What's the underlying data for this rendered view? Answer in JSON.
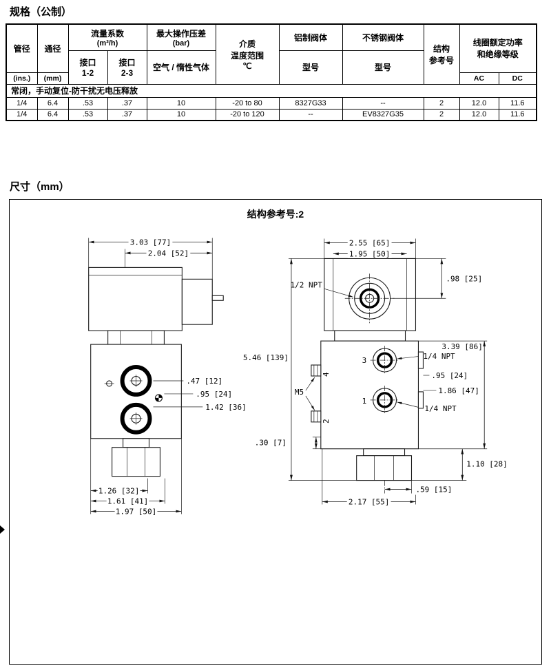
{
  "colors": {
    "ink": "#000000",
    "paper": "#ffffff"
  },
  "page": {
    "spec_heading": "规格（公制）",
    "dims_heading": "尺寸（mm）"
  },
  "spec_table": {
    "headers": {
      "pipe": "管径",
      "pipe_unit": "(ins.)",
      "orifice": "通径",
      "orifice_unit": "(mm)",
      "flow_l1": "流量系数",
      "flow_l2": "(m³/h)",
      "port12_l1": "接口",
      "port12_l2": "1-2",
      "port23_l1": "接口",
      "port23_l2": "2-3",
      "mopd_l1": "最大操作压差",
      "mopd_l2": "(bar)",
      "media": "空气 / 惰性气体",
      "temp_l1": "介质",
      "temp_l2": "温度范围",
      "temp_l3": "℃",
      "alu_body": "铝制阀体",
      "alu_sub": "型号",
      "ss_body": "不锈钢阀体",
      "ss_sub": "型号",
      "constr_l1": "结构",
      "constr_l2": "参考号",
      "coil_l1": "线圈额定功率",
      "coil_l2": "和绝缘等级",
      "ac": "AC",
      "dc": "DC"
    },
    "section_label": "常闭，手动复位-防干扰无电压释放",
    "rows": [
      [
        "1/4",
        "6.4",
        ".53",
        ".37",
        "10",
        "-20 to 80",
        "8327G33",
        "--",
        "2",
        "12.0",
        "11.6"
      ],
      [
        "1/4",
        "6.4",
        ".53",
        ".37",
        "10",
        "-20 to 120",
        "--",
        "EV8327G35",
        "2",
        "12.0",
        "11.6"
      ]
    ]
  },
  "drawing": {
    "title": "结构参考号:2",
    "front": {
      "width_total": "3.03 [77]",
      "width_coil": "2.04 [52]",
      "port_offset_1": ".47 [12]",
      "port_offset_2": ".95 [24]",
      "port_offset_3": "1.42 [36]",
      "bottom_1": "1.26 [32]",
      "bottom_2": "1.61 [41]",
      "bottom_3": "1.97 [50]"
    },
    "side": {
      "width_total": "2.55 [65]",
      "width_inner": "1.95 [50]",
      "conduit": "1/2 NPT",
      "hub_offset": ".98 [25]",
      "total_height": "5.46 [139]",
      "body_height": "3.39 [86]",
      "port3": "3",
      "port1": "1",
      "port4": "4",
      "port2": "2",
      "port3_npt": "1/4 NPT",
      "port1_npt": "1/4 NPT",
      "m5": "M5",
      "port_offset_1": ".95 [24]",
      "port_offset_2": "1.86 [47]",
      "bottom_offset": ".30 [7]",
      "fitting_height": "1.10 [28]",
      "bottom_width_1": ".59 [15]",
      "bottom_width_2": "2.17 [55]"
    }
  }
}
